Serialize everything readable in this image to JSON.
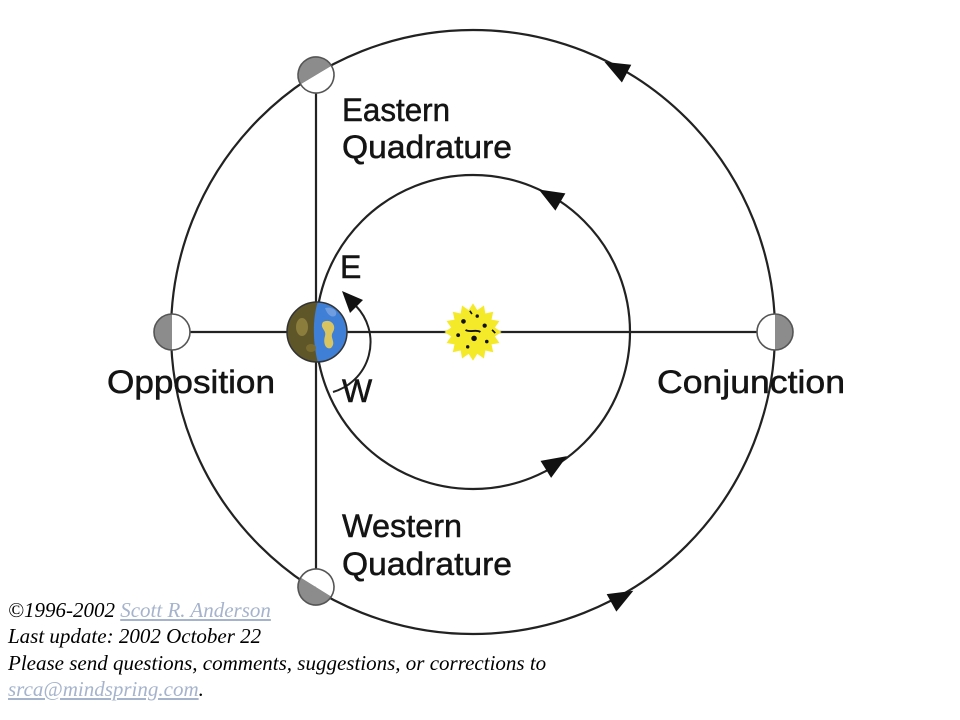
{
  "diagram": {
    "eastern_quadrature": {
      "line1": "Eastern",
      "line2": "Quadrature"
    },
    "western_quadrature": {
      "line1": "Western",
      "line2": "Quadrature"
    },
    "opposition": "Opposition",
    "conjunction": "Conjunction",
    "east_marker": "E",
    "west_marker": "W",
    "colors": {
      "line": "#222222",
      "planet_shadow": "#8c8c8c",
      "planet_lit": "#ffffff",
      "sun": "#f5ea2a",
      "earth_ocean": "#3f7fd6",
      "earth_land": "#5e5529",
      "arrow": "#111111"
    }
  },
  "footer": {
    "copyright": "©1996-2002",
    "author_link": "Scott R. Anderson",
    "last_update": "Last update: 2002 October 22",
    "contact_text": "Please send questions, comments, suggestions, or corrections to",
    "email_link": "srca@mindspring.com",
    "trailing_punctuation": ".",
    "link_color": "#a5b4cc"
  }
}
